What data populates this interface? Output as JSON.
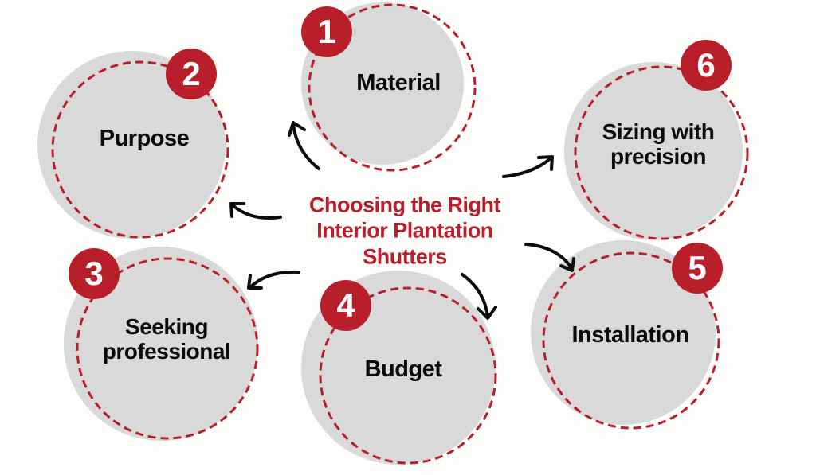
{
  "title": {
    "lines": [
      "Choosing the Right",
      "Interior Plantation",
      "Shutters"
    ]
  },
  "colors": {
    "accent_red": "#b81f2a",
    "circle_fill": "#d9d9da",
    "background": "#fdfdfb",
    "text": "#0b0b0b"
  },
  "steps": [
    {
      "number": "1",
      "lines": [
        "Material"
      ]
    },
    {
      "number": "2",
      "lines": [
        "Purpose"
      ]
    },
    {
      "number": "3",
      "lines": [
        "Seeking",
        "professional"
      ]
    },
    {
      "number": "4",
      "lines": [
        "Budget"
      ]
    },
    {
      "number": "5",
      "lines": [
        "Installation"
      ]
    },
    {
      "number": "6",
      "lines": [
        "Sizing with",
        "precision"
      ]
    }
  ],
  "icons": [
    "curved-arrow-icon"
  ]
}
